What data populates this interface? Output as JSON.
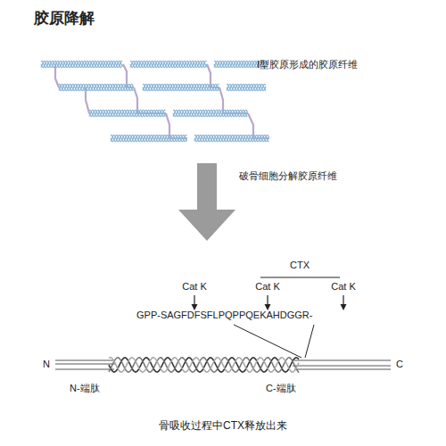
{
  "diagram": {
    "title": "胶原降解",
    "caption": "骨吸收过程中CTX释放出来",
    "labels": [
      "I型胶原形成的胶原纤维",
      "破骨细胞分解胶原纤维",
      "CTX",
      "Cat K",
      "Cat K",
      "Cat K",
      "GPP-SAGFDFSFLPQPPQEKAHDGGR-",
      "N",
      "C",
      "N-端肽",
      "C-端肽"
    ]
  }
}
